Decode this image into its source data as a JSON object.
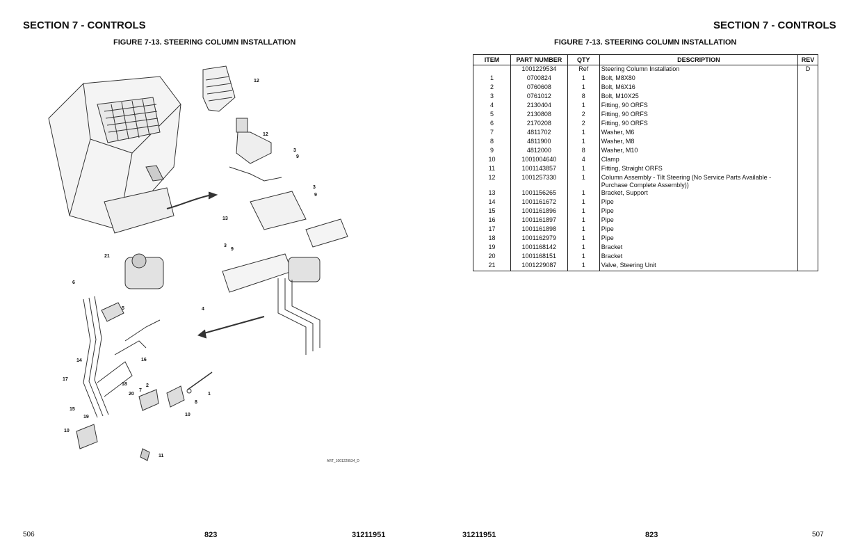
{
  "left_page": {
    "section_title": "SECTION 7 - CONTROLS",
    "figure_title": "FIGURE 7-13. STEERING COLUMN INSTALLATION",
    "art_id": "ART_1001229534_D",
    "callouts": [
      "12",
      "12",
      "3",
      "9",
      "3",
      "9",
      "13",
      "3",
      "9",
      "21",
      "6",
      "5",
      "4",
      "14",
      "16",
      "17",
      "18",
      "7",
      "2",
      "1",
      "8",
      "20",
      "15",
      "19",
      "10",
      "10",
      "11"
    ],
    "footer": {
      "page_number": "506",
      "center_number": "823",
      "doc_number": "31211951"
    }
  },
  "right_page": {
    "section_title": "SECTION 7 - CONTROLS",
    "figure_title": "FIGURE 7-13. STEERING COLUMN INSTALLATION",
    "table": {
      "headers": [
        "ITEM",
        "PART NUMBER",
        "QTY",
        "DESCRIPTION",
        "REV"
      ],
      "rows": [
        [
          "",
          "1001229534",
          "Ref",
          "Steering Column Installation",
          "D"
        ],
        [
          "1",
          "0700824",
          "1",
          "Bolt, M8X80",
          ""
        ],
        [
          "2",
          "0760608",
          "1",
          "Bolt, M6X16",
          ""
        ],
        [
          "3",
          "0761012",
          "8",
          "Bolt, M10X25",
          ""
        ],
        [
          "4",
          "2130404",
          "1",
          "Fitting, 90 ORFS",
          ""
        ],
        [
          "5",
          "2130808",
          "2",
          "Fitting, 90 ORFS",
          ""
        ],
        [
          "6",
          "2170208",
          "2",
          "Fitting, 90 ORFS",
          ""
        ],
        [
          "7",
          "4811702",
          "1",
          "Washer, M6",
          ""
        ],
        [
          "8",
          "4811900",
          "1",
          "Washer, M8",
          ""
        ],
        [
          "9",
          "4812000",
          "8",
          "Washer, M10",
          ""
        ],
        [
          "10",
          "1001004640",
          "4",
          "Clamp",
          ""
        ],
        [
          "11",
          "1001143857",
          "1",
          "Fitting, Straight ORFS",
          ""
        ],
        [
          "12",
          "1001257330",
          "1",
          "Column Assembly - Tilt Steering (No Service Parts Available - Purchase Complete Assembly))",
          ""
        ],
        [
          "13",
          "1001156265",
          "1",
          "Bracket, Support",
          ""
        ],
        [
          "14",
          "1001161672",
          "1",
          "Pipe",
          ""
        ],
        [
          "15",
          "1001161896",
          "1",
          "Pipe",
          ""
        ],
        [
          "16",
          "1001161897",
          "1",
          "Pipe",
          ""
        ],
        [
          "17",
          "1001161898",
          "1",
          "Pipe",
          ""
        ],
        [
          "18",
          "1001162979",
          "1",
          "Pipe",
          ""
        ],
        [
          "19",
          "1001168142",
          "1",
          "Bracket",
          ""
        ],
        [
          "20",
          "1001168151",
          "1",
          "Bracket",
          ""
        ],
        [
          "21",
          "1001229087",
          "1",
          "Valve, Steering Unit",
          ""
        ]
      ]
    },
    "footer": {
      "doc_number": "31211951",
      "center_number": "823",
      "page_number": "507"
    }
  }
}
